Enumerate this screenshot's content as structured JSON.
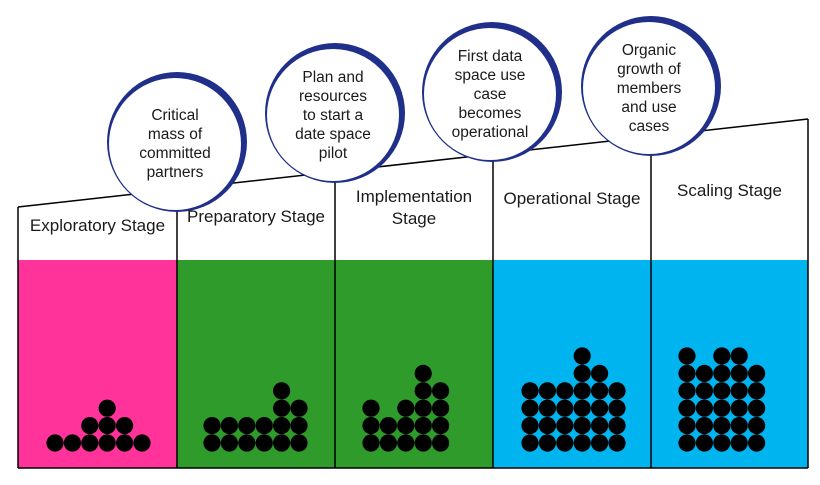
{
  "colors": {
    "exploratory": "#ff3399",
    "preparatory": "#2e9b2a",
    "implementation": "#2e9b2a",
    "operational": "#00b4f0",
    "scaling": "#00b4f0",
    "circle_ring": "#1f2f8a",
    "dot": "#000000",
    "outline": "#000000"
  },
  "stages": [
    {
      "label": "Exploratory Stage",
      "color_key": "exploratory",
      "dot_columns": [
        1,
        1,
        2,
        3,
        2,
        1
      ]
    },
    {
      "label": "Preparatory Stage",
      "color_key": "preparatory",
      "dot_columns": [
        2,
        2,
        2,
        2,
        4,
        3
      ]
    },
    {
      "label": "Implementation Stage",
      "color_key": "implementation",
      "dot_columns": [
        3,
        2,
        3,
        5,
        4
      ]
    },
    {
      "label": "Operational Stage",
      "color_key": "operational",
      "dot_columns": [
        4,
        4,
        4,
        6,
        5,
        4
      ]
    },
    {
      "label": "Scaling Stage",
      "color_key": "scaling",
      "dot_columns": [
        6,
        5,
        6,
        6,
        5
      ]
    }
  ],
  "milestones": [
    {
      "lines": [
        "Critical",
        "mass of",
        "committed",
        "partners"
      ]
    },
    {
      "lines": [
        "Plan and",
        "resources",
        "to start a",
        "date space",
        "pilot"
      ]
    },
    {
      "lines": [
        "First data",
        "space use",
        "case",
        "becomes",
        "operational"
      ]
    },
    {
      "lines": [
        "Organic",
        "growth of",
        "members",
        "and use",
        "cases"
      ]
    }
  ]
}
